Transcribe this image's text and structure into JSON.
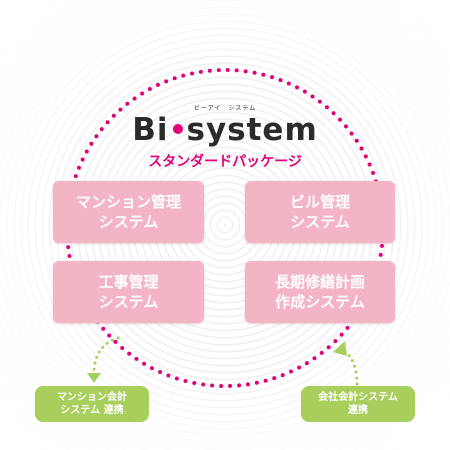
{
  "logo": {
    "title_left": "Bi",
    "title_right": "system",
    "ruby": "ビーアイ　システム",
    "subtitle": "スタンダードパッケージ"
  },
  "modules": [
    {
      "line1": "マンション管理",
      "line2": "システム"
    },
    {
      "line1": "ビル管理",
      "line2": "システム"
    },
    {
      "line1": "工事管理",
      "line2": "システム"
    },
    {
      "line1": "長期修繕計画",
      "line2": "作成システム"
    }
  ],
  "integrations": {
    "left": {
      "line1": "マンション会計",
      "line2": "システム 連携"
    },
    "right": {
      "line1": "会社会計システム",
      "line2": "連携"
    }
  },
  "colors": {
    "accent": "#e2007a",
    "module_box": "#f3b5c6",
    "integration": "#a8cf5c",
    "title_text": "#2b2b2b"
  },
  "icons": {
    "left_arrow": "dotted-arrow-down-icon",
    "right_arrow": "dotted-arrow-up-icon"
  }
}
